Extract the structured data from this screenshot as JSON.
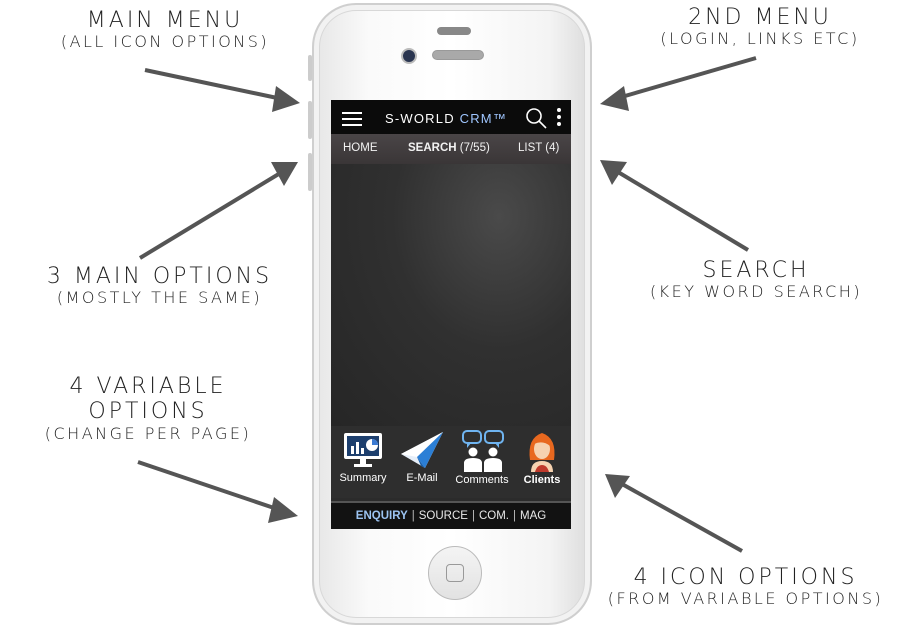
{
  "annotations": {
    "main_menu": {
      "title": "MAIN MENU",
      "sub": "(ALL ICON OPTIONS)"
    },
    "second_menu": {
      "title": "2ND MENU",
      "sub": "(LOGIN, LINKS ETC)"
    },
    "three_main": {
      "title": "3 MAIN OPTIONS",
      "sub": "(MOSTLY THE SAME)"
    },
    "search": {
      "title": "SEARCH",
      "sub": "(KEY WORD SEARCH)"
    },
    "four_variable": {
      "title1": "4 VARIABLE",
      "title2": "OPTIONS",
      "sub": "(CHANGE PER PAGE)"
    },
    "four_icon": {
      "title": "4 ICON OPTIONS",
      "sub": "(FROM VARIABLE OPTIONS)"
    }
  },
  "app": {
    "brand_main": "S-WORLD ",
    "brand_accent": "CRM™",
    "icons": {
      "menu": "hamburger-icon",
      "search": "search-icon",
      "more": "kebab-icon"
    }
  },
  "nav": {
    "home": "HOME",
    "search_label": "SEARCH",
    "search_count": " (7/55)",
    "list": "LIST (4)"
  },
  "icon_buttons": [
    {
      "label": "Summary",
      "icon": "monitor-chart-icon"
    },
    {
      "label": "E-Mail",
      "icon": "paper-plane-icon"
    },
    {
      "label": "Comments",
      "icon": "people-speech-icon"
    },
    {
      "label": "Clients",
      "icon": "woman-avatar-icon"
    }
  ],
  "options": [
    "ENQUIRY",
    "SOURCE",
    "COM.",
    "MAG"
  ],
  "colors": {
    "accent": "#9cc4f2",
    "topbar": "#0b0b0b",
    "arrow": "#555555"
  }
}
